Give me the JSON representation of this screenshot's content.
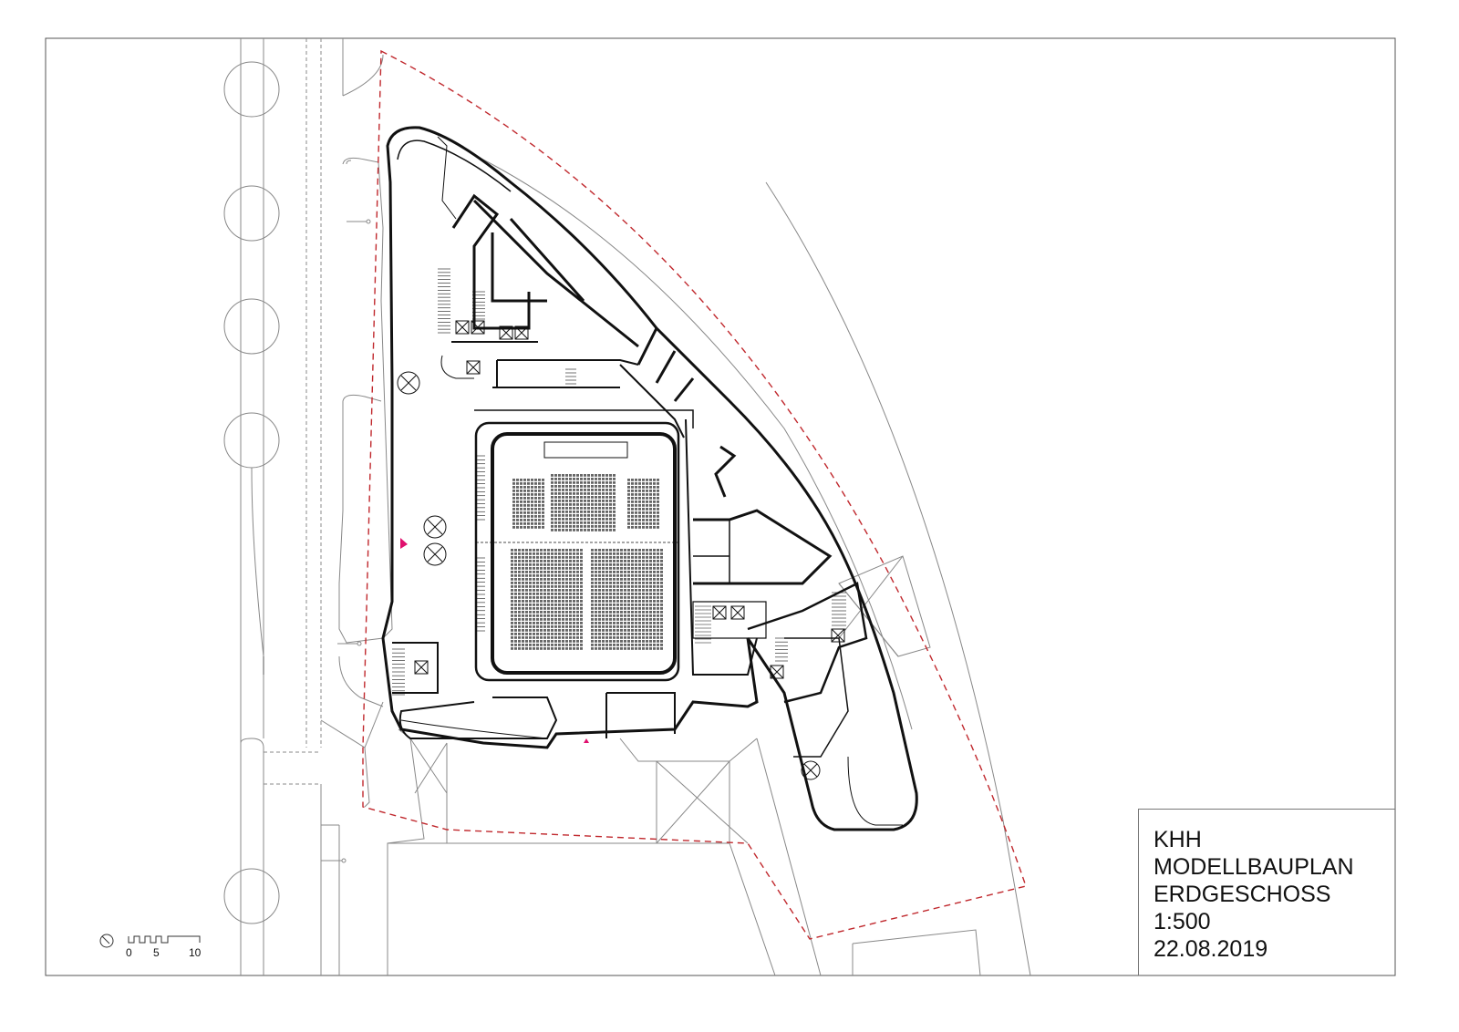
{
  "title_block": {
    "project": "KHH",
    "plan_type": "MODELLBAUPLAN",
    "floor": "ERDGESCHOSS",
    "scale": "1:500",
    "date": "22.08.2019"
  },
  "scale_bar": {
    "labels": [
      "0",
      "5",
      "10"
    ]
  },
  "colors": {
    "site_boundary": "#c0282d",
    "entrance_marker": "#e0106e",
    "walls": "#111111",
    "context_lines": "#888888"
  }
}
